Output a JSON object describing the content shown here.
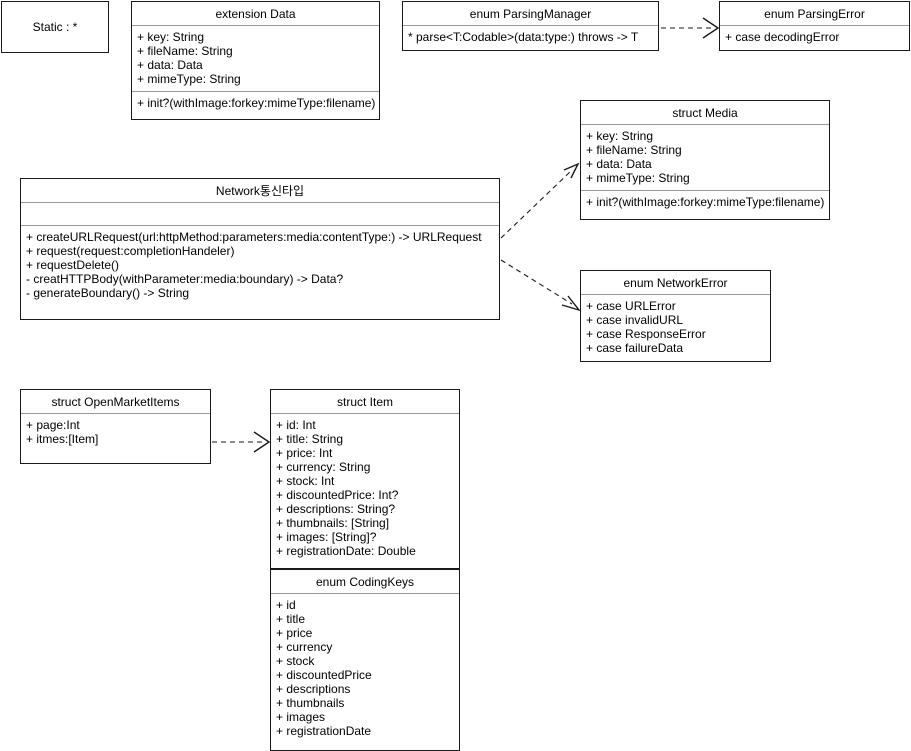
{
  "diagram": {
    "type": "uml-class-diagram",
    "note": {
      "label": "Static : *"
    },
    "classes": [
      {
        "id": "extension-data",
        "title": "extension Data",
        "attributes": [
          "+ key: String",
          "+ fileName: String",
          "+ data: Data",
          "+ mimeType: String"
        ],
        "methods": [
          "+ init?(withImage:forkey:mimeType:filename)"
        ]
      },
      {
        "id": "parsing-manager",
        "title": "enum ParsingManager",
        "methods": [
          "* parse<T:Codable>(data:type:) throws -> T"
        ]
      },
      {
        "id": "parsing-error",
        "title": "enum ParsingError",
        "cases": [
          "+ case decodingError"
        ]
      },
      {
        "id": "media",
        "title": "struct Media",
        "attributes": [
          "+ key: String",
          "+ fileName: String",
          "+ data: Data",
          "+ mimeType: String"
        ],
        "methods": [
          "+ init?(withImage:forkey:mimeType:filename)"
        ]
      },
      {
        "id": "network",
        "title": "Network통신타입",
        "attributes": [],
        "methods": [
          "+ createURLRequest(url:httpMethod:parameters:media:contentType:) -> URLRequest",
          "+ request(request:completionHandeler)",
          "+ requestDelete()",
          "- creatHTTPBody(withParameter:media:boundary) -> Data?",
          "- generateBoundary() -> String"
        ]
      },
      {
        "id": "network-error",
        "title": "enum NetworkError",
        "cases": [
          "+ case URLError",
          "+ case invalidURL",
          "+ case ResponseError",
          "+ case failureData"
        ]
      },
      {
        "id": "open-market-items",
        "title": "struct OpenMarketItems",
        "attributes": [
          "+ page:Int",
          "+ itmes:[Item]"
        ]
      },
      {
        "id": "item",
        "title": "struct Item",
        "attributes": [
          "+ id: Int",
          "+ title: String",
          "+ price: Int",
          "+ currency: String",
          "+ stock: Int",
          "+ discountedPrice: Int?",
          "+ descriptions: String?",
          "+ thumbnails: [String]",
          "+ images: [String]?",
          "+ registrationDate: Double"
        ]
      },
      {
        "id": "coding-keys",
        "title": "enum CodingKeys",
        "cases": [
          "+ id",
          "+ title",
          "+ price",
          "+ currency",
          "+ stock",
          "+ discountedPrice",
          "+ descriptions",
          "+ thumbnails",
          "+ images",
          "+ registrationDate"
        ]
      }
    ],
    "edges": [
      {
        "from": "parsing-manager",
        "to": "parsing-error",
        "style": "dashed",
        "arrow": "open"
      },
      {
        "from": "network",
        "to": "media",
        "style": "dashed",
        "arrow": "open"
      },
      {
        "from": "network",
        "to": "network-error",
        "style": "dashed",
        "arrow": "open"
      },
      {
        "from": "open-market-items",
        "to": "item",
        "style": "dashed",
        "arrow": "open"
      }
    ],
    "colors": {
      "background": "#ffffff",
      "stroke": "#1a1a1a",
      "divider": "#9a9a9a",
      "text": "#000000"
    }
  }
}
